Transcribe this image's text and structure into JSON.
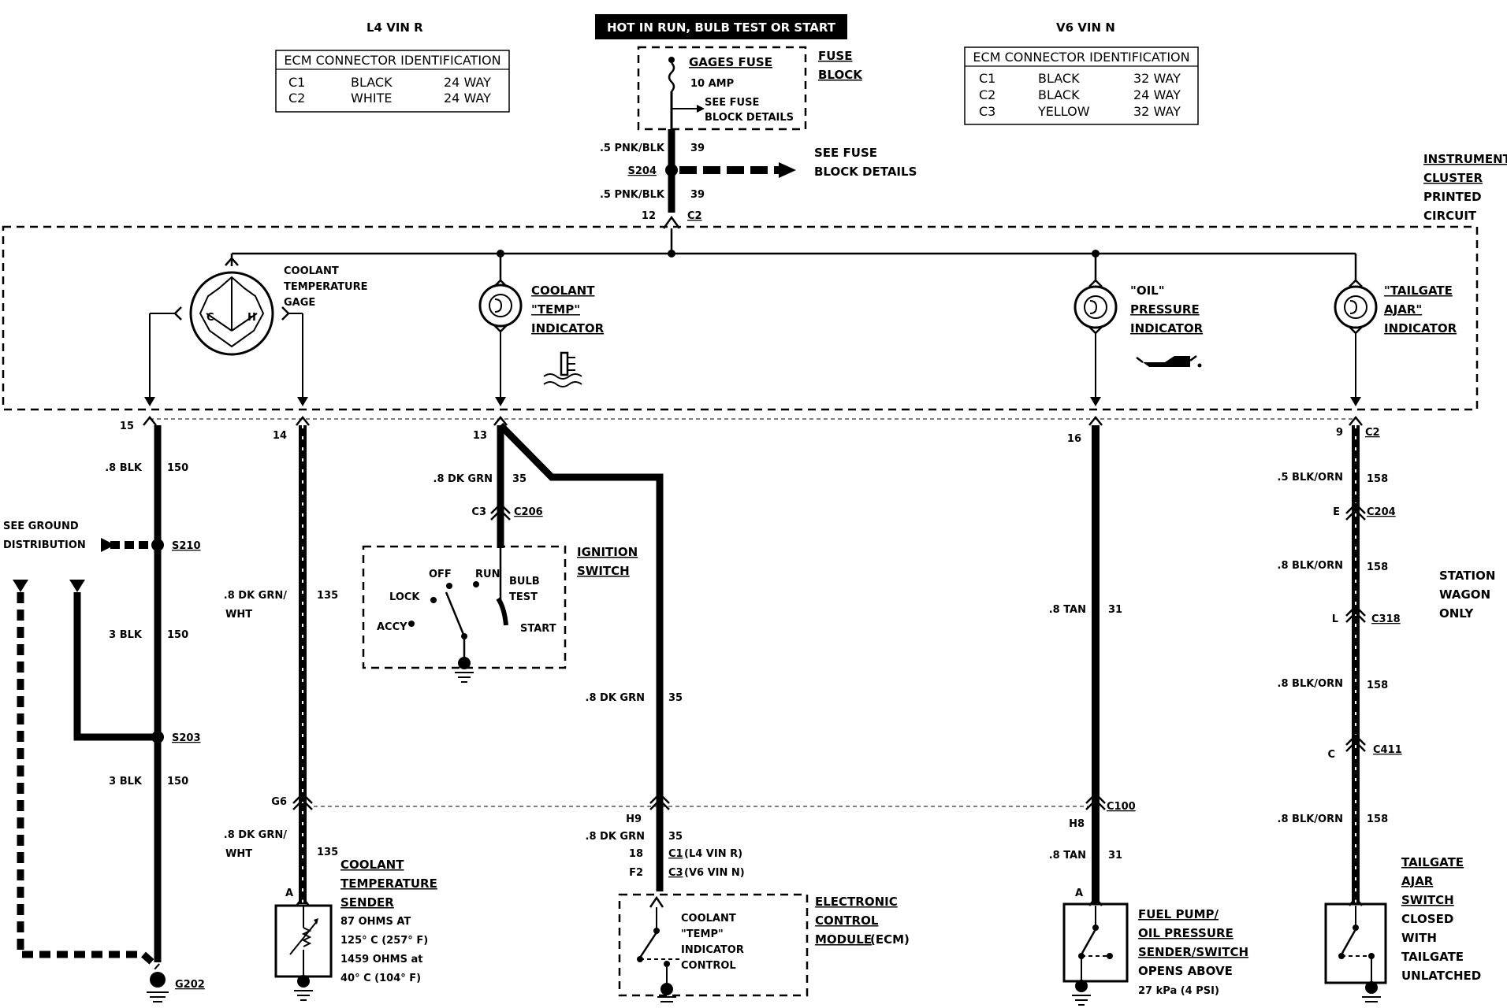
{
  "header": {
    "left_title": "L4 VIN R",
    "center_title": "HOT IN RUN, BULB TEST OR START",
    "right_title": "V6 VIN N"
  },
  "ecm_left": {
    "title": "ECM CONNECTOR IDENTIFICATION",
    "rows": [
      {
        "c": "C1",
        "color": "BLACK",
        "way": "24 WAY"
      },
      {
        "c": "C2",
        "color": "WHITE",
        "way": "24 WAY"
      }
    ]
  },
  "ecm_right": {
    "title": "ECM CONNECTOR IDENTIFICATION",
    "rows": [
      {
        "c": "C1",
        "color": "BLACK",
        "way": "32 WAY"
      },
      {
        "c": "C2",
        "color": "BLACK",
        "way": "24 WAY"
      },
      {
        "c": "C3",
        "color": "YELLOW",
        "way": "32 WAY"
      }
    ]
  },
  "fuse": {
    "name": "GAGES FUSE",
    "amp": "10 AMP",
    "see1": "SEE FUSE",
    "see2": "BLOCK DETAILS",
    "block1": "FUSE",
    "block2": "BLOCK"
  },
  "feed": {
    "wire1": ".5 PNK/BLK",
    "circuit1": "39",
    "splice": "S204",
    "wire2": ".5 PNK/BLK",
    "circuit2": "39",
    "pin": "12",
    "conn": "C2",
    "see1": "SEE FUSE",
    "see2": "BLOCK DETAILS"
  },
  "cluster": {
    "line1": "INSTRUMENT",
    "line2": "CLUSTER",
    "line3": "PRINTED",
    "line4": "CIRCUIT"
  },
  "gage": {
    "l1": "COOLANT",
    "l2": "TEMPERATURE",
    "l3": "GAGE",
    "c": "C",
    "h": "H"
  },
  "ind_temp": {
    "l1": "COOLANT",
    "l2": "\"TEMP\"",
    "l3": "INDICATOR"
  },
  "ind_oil": {
    "l1": "\"OIL\"",
    "l2": "PRESSURE",
    "l3": "INDICATOR"
  },
  "ind_tail": {
    "l1": "\"TAILGATE",
    "l2": "AJAR\"",
    "l3": "INDICATOR"
  },
  "col15": {
    "pin": "15",
    "wire1": ".8 BLK",
    "circ1": "150",
    "see1": "SEE GROUND",
    "see2": "DISTRIBUTION",
    "s210": "S210",
    "wire2": "3 BLK",
    "circ2": "150",
    "s203": "S203",
    "wire3": "3 BLK",
    "circ3": "150",
    "g202": "G202"
  },
  "col14": {
    "pin": "14",
    "wire1": ".8 DK GRN/",
    "wire1b": "WHT",
    "circ1": "135",
    "g6": "G6",
    "wire2": ".8 DK GRN/",
    "wire2b": "WHT",
    "circ2": "135",
    "a": "A",
    "sender1": "COOLANT",
    "sender2": "TEMPERATURE",
    "sender3": "SENDER",
    "spec1": "87 OHMS AT",
    "spec2": "125° C (257° F)",
    "spec3": "1459 OHMS at",
    "spec4": "40° C (104° F)"
  },
  "col13": {
    "pin": "13",
    "wire1": ".8 DK GRN",
    "circ1": "35",
    "c3": "C3",
    "c206": "C206",
    "ign1": "IGNITION",
    "ign2": "SWITCH",
    "off": "OFF",
    "run": "RUN",
    "bulb": "BULB",
    "test": "TEST",
    "lock": "LOCK",
    "accy": "ACCY",
    "start": "START",
    "wire2": ".8 DK GRN",
    "circ2": "35",
    "h9": "H9",
    "wire3": ".8 DK GRN",
    "circ3": "35",
    "p18": "18",
    "c1": "C1",
    "c1note": "(L4 VIN R)",
    "f2": "F2",
    "c3b": "C3",
    "c3note": "(V6 VIN N)",
    "ctl1": "COOLANT",
    "ctl2": "\"TEMP\"",
    "ctl3": "INDICATOR",
    "ctl4": "CONTROL",
    "ecm1": "ELECTRONIC",
    "ecm2": "CONTROL",
    "ecm3": "MODULE",
    "ecm4": "(ECM)"
  },
  "col16": {
    "pin": "16",
    "wire1": ".8 TAN",
    "circ1": "31",
    "c100": "C100",
    "h8": "H8",
    "wire2": ".8 TAN",
    "circ2": "31",
    "a": "A",
    "fp1": "FUEL PUMP/",
    "fp2": "OIL PRESSURE",
    "fp3": "SENDER/SWITCH",
    "fp4": "OPENS ABOVE",
    "fp5": "27 kPa (4 PSI)"
  },
  "col9": {
    "pin": "9",
    "c2": "C2",
    "wire1": ".5 BLK/ORN",
    "circ1": "158",
    "e": "E",
    "c204": "C204",
    "wire2": ".8 BLK/ORN",
    "circ2": "158",
    "l": "L",
    "c318": "C318",
    "wire3": ".8 BLK/ORN",
    "circ3": "158",
    "c": "C",
    "c411": "C411",
    "wire4": ".8 BLK/ORN",
    "circ4": "158",
    "sw1": "STATION",
    "sw2": "WAGON",
    "sw3": "ONLY",
    "tg1": "TAILGATE",
    "tg2": "AJAR",
    "tg3": "SWITCH",
    "tg4": "CLOSED",
    "tg5": "WITH",
    "tg6": "TAILGATE",
    "tg7": "UNLATCHED"
  }
}
